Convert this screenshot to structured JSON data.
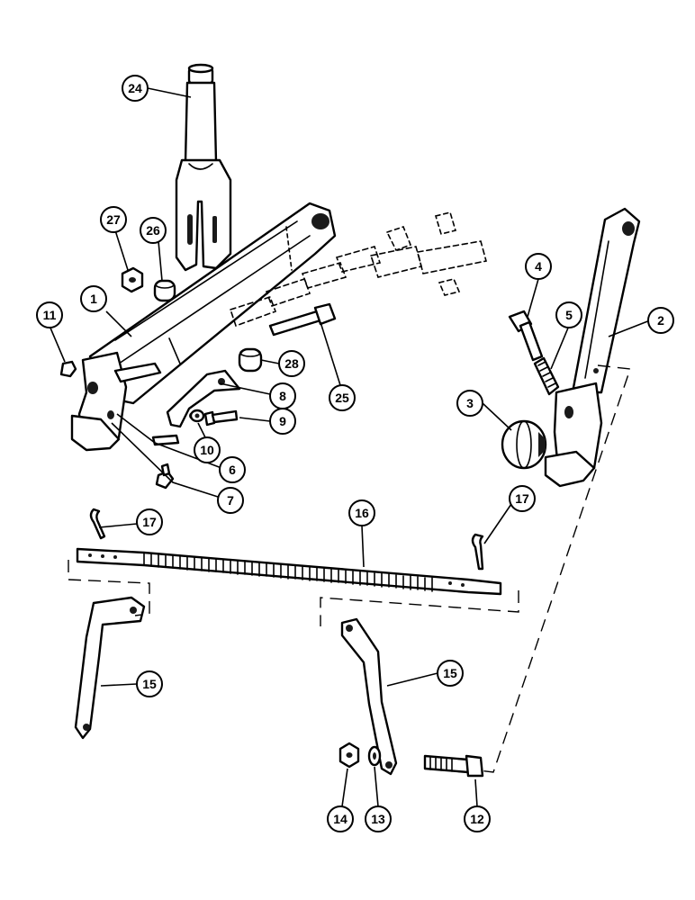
{
  "diagram": {
    "callouts": [
      {
        "id": "c1",
        "label": "1"
      },
      {
        "id": "c2",
        "label": "2"
      },
      {
        "id": "c3",
        "label": "3"
      },
      {
        "id": "c4",
        "label": "4"
      },
      {
        "id": "c5",
        "label": "5"
      },
      {
        "id": "c6",
        "label": "6"
      },
      {
        "id": "c7",
        "label": "7"
      },
      {
        "id": "c8",
        "label": "8"
      },
      {
        "id": "c9",
        "label": "9"
      },
      {
        "id": "c10",
        "label": "10"
      },
      {
        "id": "c11",
        "label": "11"
      },
      {
        "id": "c12",
        "label": "12"
      },
      {
        "id": "c13",
        "label": "13"
      },
      {
        "id": "c14",
        "label": "14"
      },
      {
        "id": "c15a",
        "label": "15"
      },
      {
        "id": "c15b",
        "label": "15"
      },
      {
        "id": "c16",
        "label": "16"
      },
      {
        "id": "c17a",
        "label": "17"
      },
      {
        "id": "c17b",
        "label": "17"
      },
      {
        "id": "c24",
        "label": "24"
      },
      {
        "id": "c25",
        "label": "25"
      },
      {
        "id": "c26",
        "label": "26"
      },
      {
        "id": "c27",
        "label": "27"
      },
      {
        "id": "c28",
        "label": "28"
      }
    ]
  }
}
